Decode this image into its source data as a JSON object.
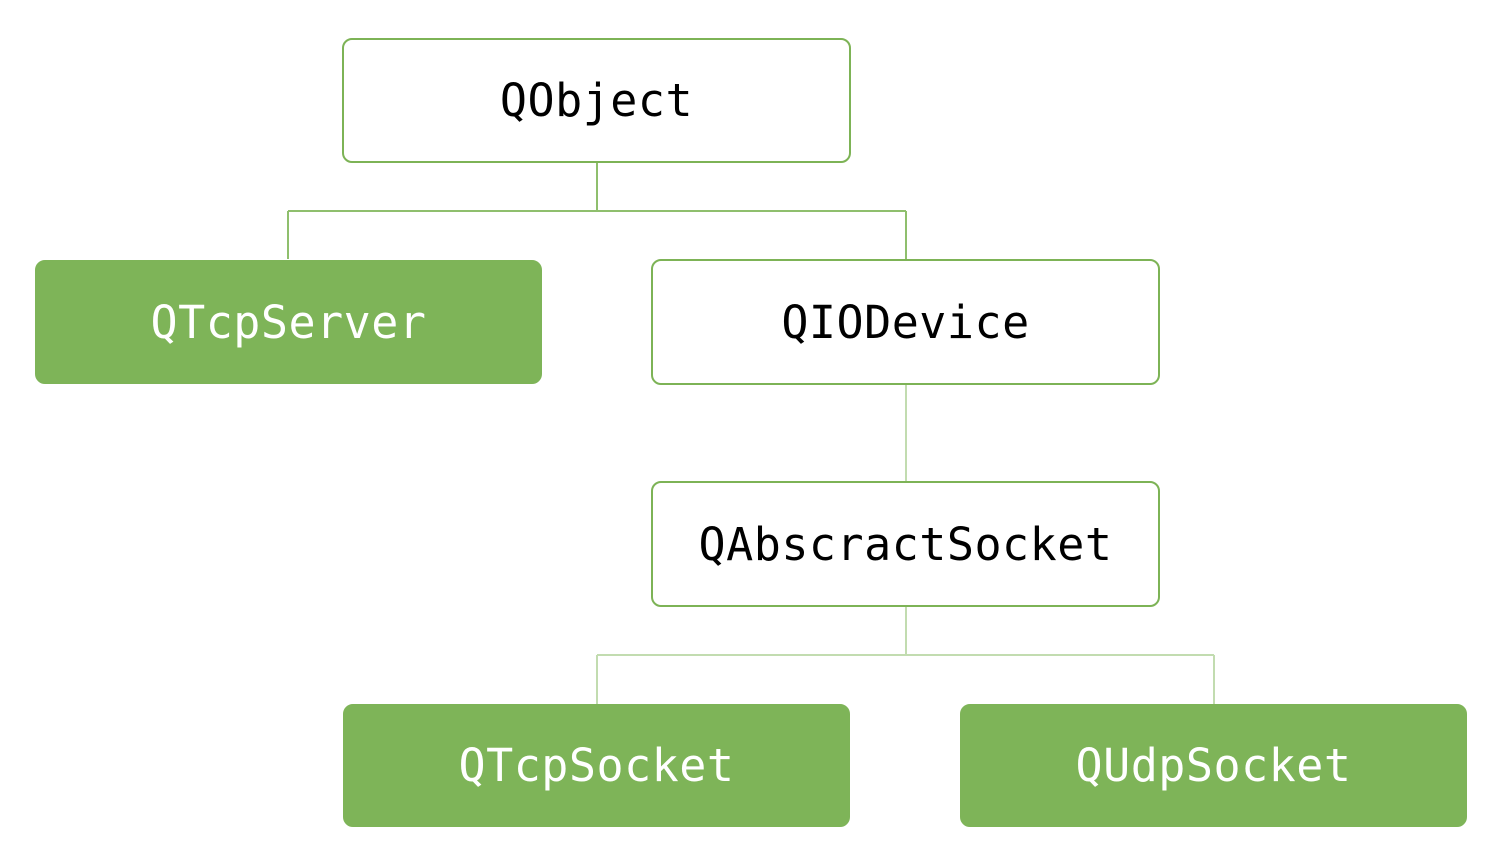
{
  "colors": {
    "accent": "#7eb458",
    "outline_border": "#7db356",
    "connector_upper": "#8fbf6d",
    "connector_lower": "#c2dcb0",
    "filled_text": "#ffffff",
    "outline_text": "#000000"
  },
  "nodes": {
    "qobject": "QObject",
    "qtcpserver": "QTcpServer",
    "qiodevice": "QIODevice",
    "qabstractsocket": "QAbscractSocket",
    "qtcpsocket": "QTcpSocket",
    "qudpsocket": "QUdpSocket"
  }
}
